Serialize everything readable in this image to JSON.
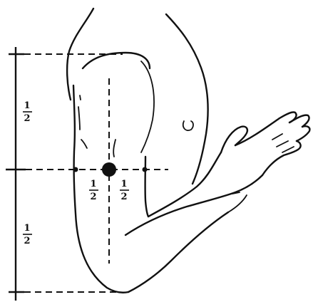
{
  "labels": {
    "upper_segment": {
      "numerator": "1",
      "denominator": "2"
    },
    "lower_segment": {
      "numerator": "1",
      "denominator": "2"
    },
    "left_of_center": {
      "numerator": "1",
      "denominator": "2"
    },
    "right_of_center": {
      "numerator": "1",
      "denominator": "2"
    }
  },
  "colors": {
    "ink": "#111111",
    "background": "#ffffff"
  }
}
